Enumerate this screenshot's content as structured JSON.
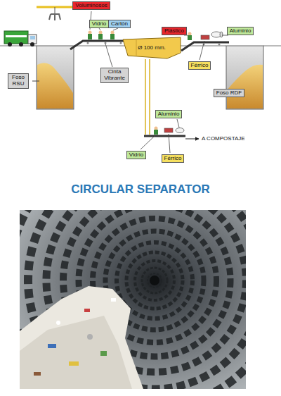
{
  "diagram": {
    "title": "CIRCULAR SEPARATOR",
    "nodes": [
      {
        "text": [
          "Foso RSU"
        ]
      },
      {
        "text": [
          "Voluminosos"
        ]
      },
      {
        "text": [
          "Vidrio"
        ]
      },
      {
        "text": [
          "Cartón"
        ]
      },
      {
        "text": [
          "Cinta Vibrante"
        ]
      },
      {
        "text": [
          "Ø 100 mm."
        ]
      },
      {
        "text": [
          "Plástico"
        ]
      },
      {
        "text": [
          "Aluminio"
        ]
      },
      {
        "text": [
          "Férrico"
        ]
      },
      {
        "text": [
          "Foso RDF"
        ]
      },
      {
        "text": [
          "Aluminio"
        ]
      },
      {
        "text": [
          "Vidrio"
        ]
      },
      {
        "text": [
          "Férrico"
        ]
      }
    ],
    "labels": [
      "A COMPOSTAJE"
    ]
  }
}
